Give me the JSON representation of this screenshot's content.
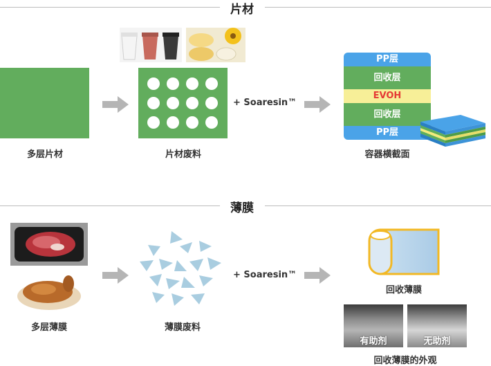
{
  "sheet_section": {
    "title": "片材",
    "stage1_caption": "多层片材",
    "stage2_caption": "片材废料",
    "additive_label": "+ Soaresin™",
    "stage3_caption": "容器横截面",
    "layers": [
      "PP层",
      "回收层",
      "EVOH",
      "回收层",
      "PP层"
    ]
  },
  "film_section": {
    "title": "薄膜",
    "stage1_caption": "多层薄膜",
    "stage2_caption": "薄膜废料",
    "additive_label": "+ Soaresin™",
    "film_caption": "回收薄膜",
    "swatch_with": "有助剂",
    "swatch_without": "无助剂",
    "appearance_caption": "回收薄膜的外观"
  },
  "colors": {
    "green": "#62ad5d",
    "blue": "#4aa3e8",
    "yellow": "#f7ef98",
    "evoh_text": "#e53935",
    "flake": "#a9cde0",
    "arrow": "#b5b5b5"
  }
}
